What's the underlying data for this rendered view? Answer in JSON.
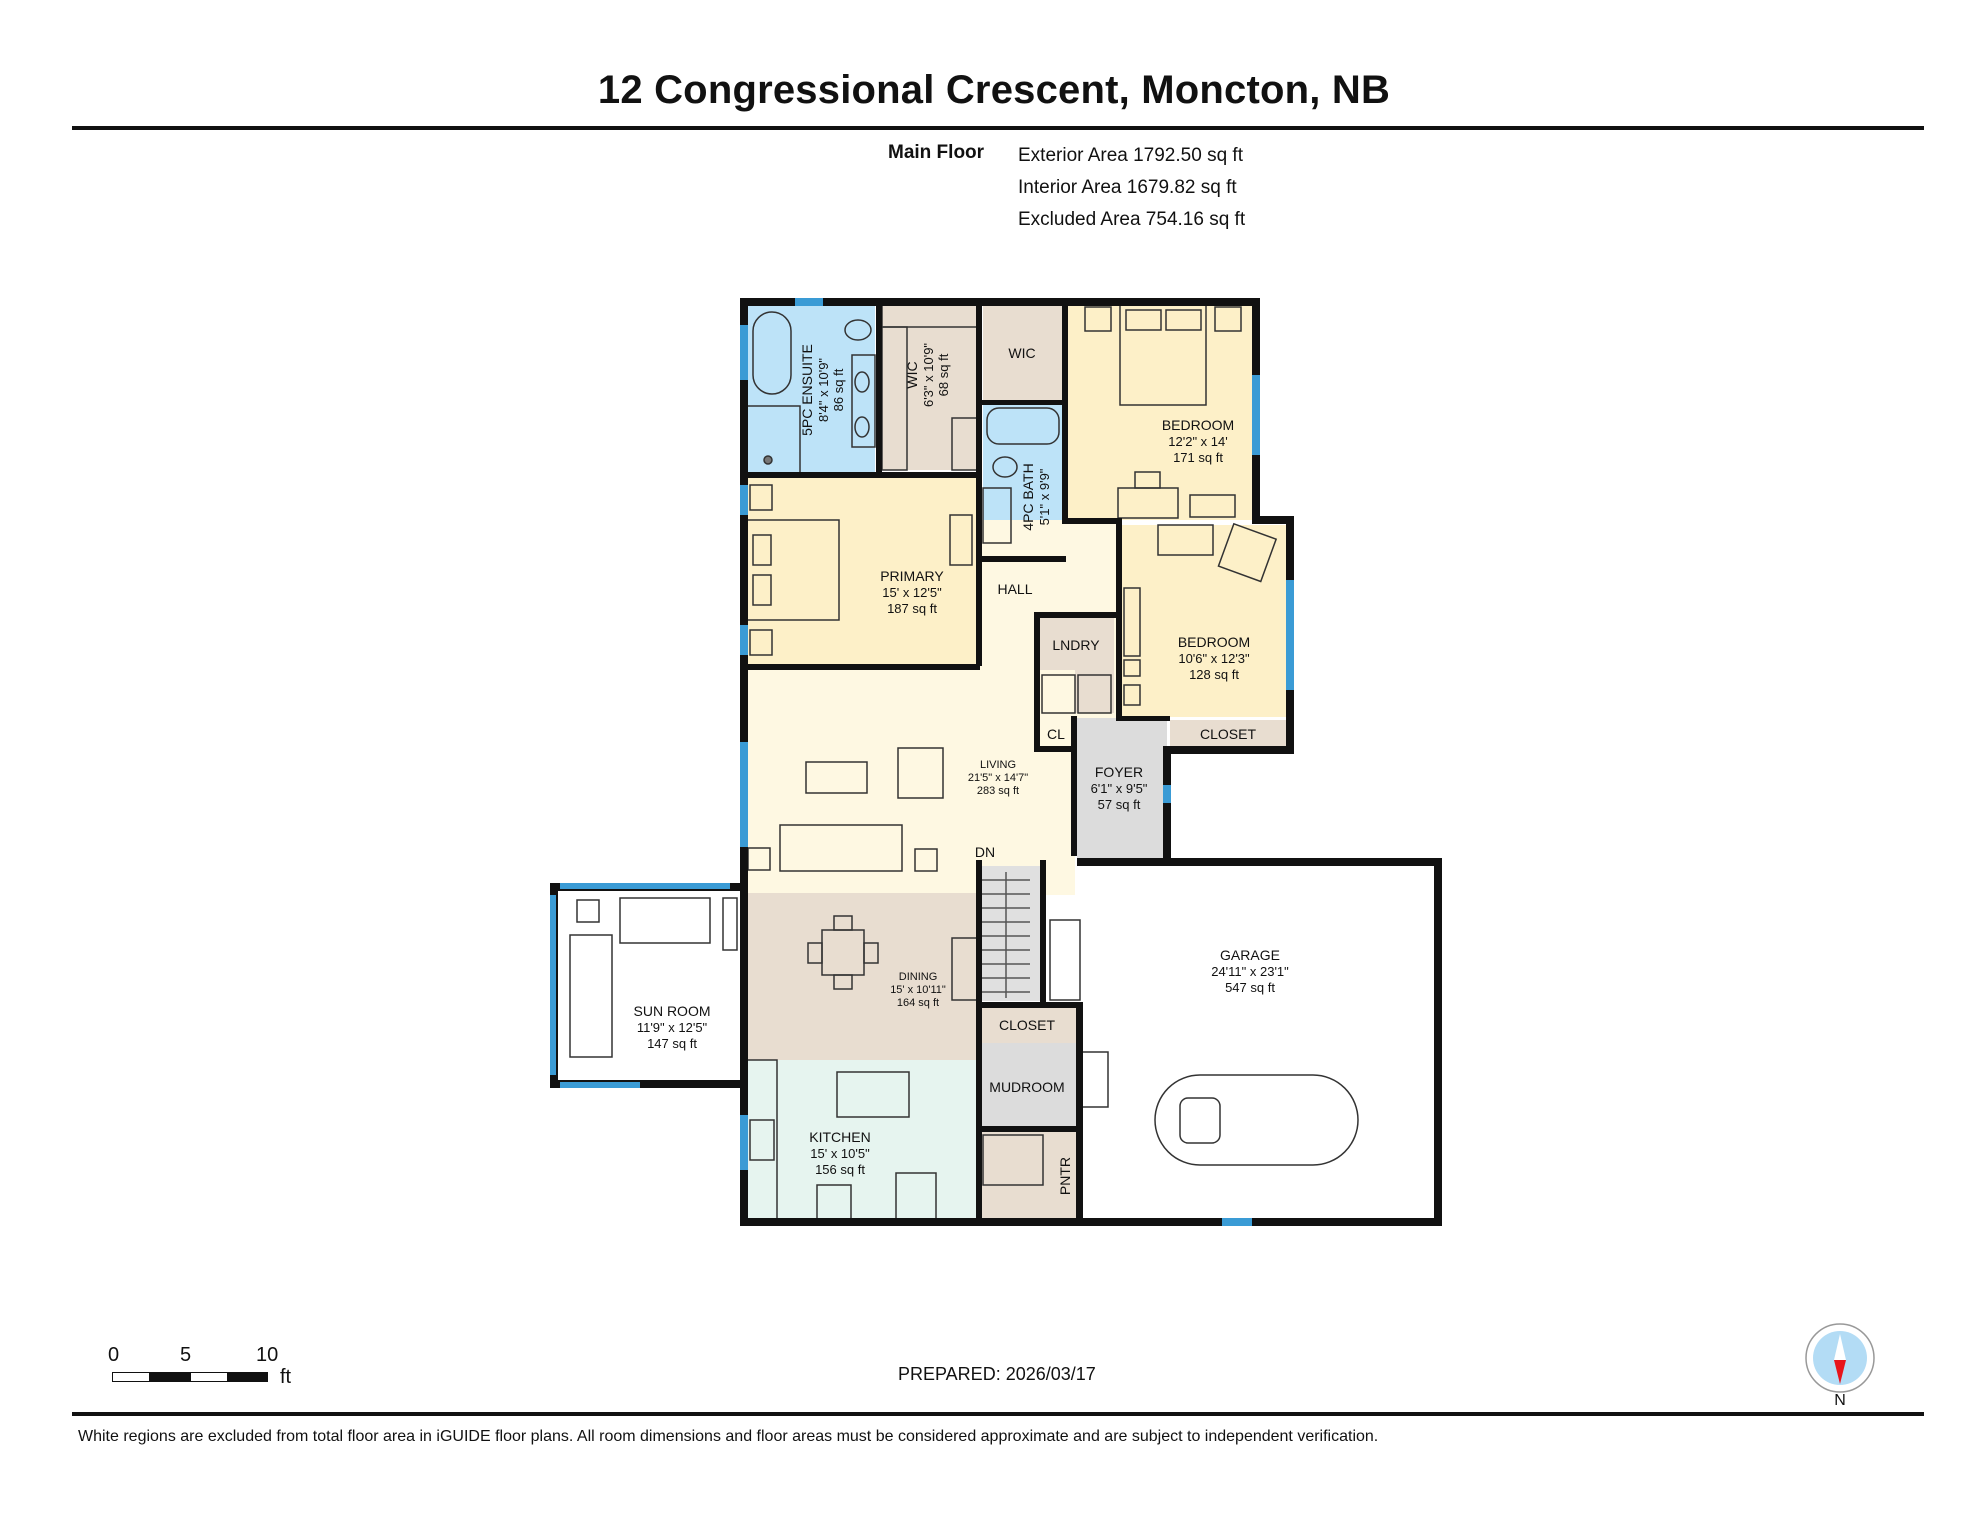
{
  "header": {
    "title": "12 Congressional Crescent, Moncton, NB"
  },
  "areas": {
    "floor_name": "Main Floor",
    "exterior": "Exterior Area 1792.50 sq ft",
    "interior": "Interior Area 1679.82 sq ft",
    "excluded": "Excluded Area 754.16 sq ft"
  },
  "colors": {
    "wall": "#111111",
    "window": "#3a9bd5",
    "bedroom": "#fdf0c8",
    "living": "#fef8e2",
    "bath": "#bde3f8",
    "closet": "#e8ddd0",
    "dining": "#e8ddd0",
    "kitchen": "#e6f4ef",
    "foyer": "#dcdcdc",
    "excluded": "#ffffff"
  },
  "rooms": {
    "ensuite": {
      "name": "5PC ENSUITE",
      "dims": "8'4\" x 10'9\"",
      "area": "86 sq ft"
    },
    "wic1": {
      "name": "WIC",
      "dims": "6'3\" x 10'9\"",
      "area": "68 sq ft"
    },
    "wic2": {
      "name": "WIC"
    },
    "bedroom2": {
      "name": "BEDROOM",
      "dims": "12'2\" x 14'",
      "area": "171 sq ft"
    },
    "bath4": {
      "name": "4PC BATH",
      "dims": "5'1\" x 9'9\""
    },
    "primary": {
      "name": "PRIMARY",
      "dims": "15' x 12'5\"",
      "area": "187 sq ft"
    },
    "hall": {
      "name": "HALL"
    },
    "laundry": {
      "name": "LNDRY"
    },
    "bedroom3": {
      "name": "BEDROOM",
      "dims": "10'6\" x 12'3\"",
      "area": "128 sq ft"
    },
    "cl": {
      "name": "CL"
    },
    "closet_bed3": {
      "name": "CLOSET"
    },
    "living": {
      "name": "LIVING",
      "dims": "21'5\" x 14'7\"",
      "area": "283 sq ft"
    },
    "foyer": {
      "name": "FOYER",
      "dims": "6'1\" x 9'5\"",
      "area": "57 sq ft"
    },
    "stairs": {
      "label": "DN"
    },
    "dining": {
      "name": "DINING",
      "dims": "15' x 10'11\"",
      "area": "164 sq ft"
    },
    "sunroom": {
      "name": "SUN ROOM",
      "dims": "11'9\" x 12'5\"",
      "area": "147 sq ft"
    },
    "kitchen": {
      "name": "KITCHEN",
      "dims": "15' x 10'5\"",
      "area": "156 sq ft"
    },
    "closet_mud": {
      "name": "CLOSET"
    },
    "mudroom": {
      "name": "MUDROOM"
    },
    "pantry": {
      "name": "PNTR"
    },
    "garage": {
      "name": "GARAGE",
      "dims": "24'11\" x 23'1\"",
      "area": "547 sq ft"
    }
  },
  "scale": {
    "ticks": [
      "0",
      "5",
      "10"
    ],
    "unit": "ft"
  },
  "footer": {
    "prepared": "PREPARED: 2026/03/17",
    "compass_label": "N",
    "disclaimer": "White regions are excluded from total floor area in iGUIDE floor plans. All room dimensions and floor areas must be considered approximate and are subject to independent verification."
  }
}
